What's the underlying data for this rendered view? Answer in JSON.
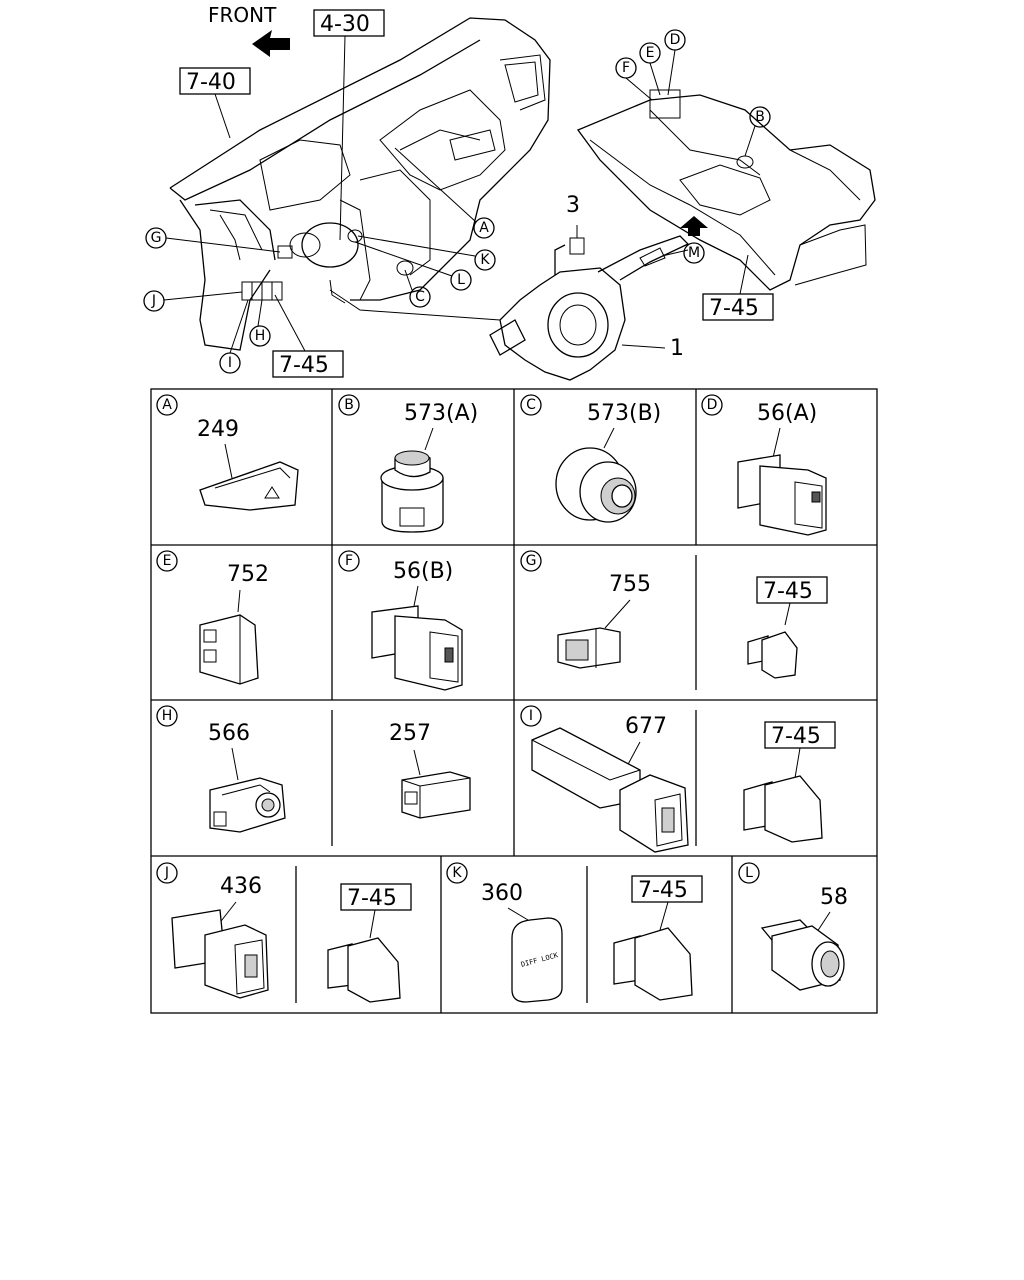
{
  "overview": {
    "front_label": "FRONT",
    "ref_dash": "7-40",
    "ref_column": "4-30",
    "ref_console": "7-45",
    "ref_lower": "7-45",
    "part_screw": "3",
    "part_combination_switch": "1",
    "callouts": [
      "A",
      "B",
      "C",
      "D",
      "E",
      "F",
      "G",
      "H",
      "I",
      "J",
      "K",
      "L",
      "M"
    ]
  },
  "cells": [
    {
      "letter": "A",
      "part": "249"
    },
    {
      "letter": "B",
      "part": "573(A)"
    },
    {
      "letter": "C",
      "part": "573(B)"
    },
    {
      "letter": "D",
      "part": "56(A)"
    },
    {
      "letter": "E",
      "part": "752"
    },
    {
      "letter": "F",
      "part": "56(B)"
    },
    {
      "letter": "G",
      "part": "755"
    },
    {
      "letter": "",
      "ref": "7-45"
    },
    {
      "letter": "H",
      "part": "566"
    },
    {
      "letter": "",
      "part": "257"
    },
    {
      "letter": "I",
      "part": "677"
    },
    {
      "letter": "",
      "ref": "7-45"
    },
    {
      "letter": "J",
      "part": "436"
    },
    {
      "letter": "",
      "ref": "7-45"
    },
    {
      "letter": "K",
      "part": "360",
      "button_text": "DIFF LOCK"
    },
    {
      "letter": "",
      "ref": "7-45"
    },
    {
      "letter": "L",
      "part": "58"
    }
  ]
}
